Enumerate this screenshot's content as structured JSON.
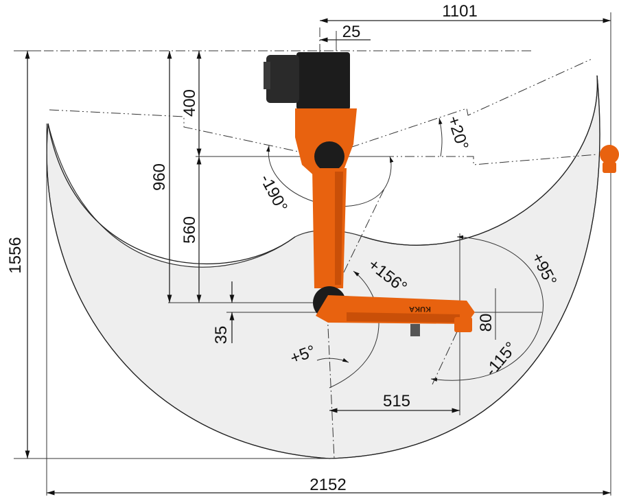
{
  "diagram": {
    "dimensions": {
      "top_width": "1101",
      "offset": "25",
      "total_height": "1556",
      "arm_height": "960",
      "upper": "400",
      "lower": "560",
      "small_offset": "35",
      "forearm": "515",
      "wrist_offset": "80",
      "bottom_width": "2152"
    },
    "angles": {
      "a1_neg": "-190°",
      "a1_pos": "+20°",
      "a2_pos": "+156°",
      "a2_small": "+5°",
      "a3_pos": "+95°",
      "a3_neg": "-115°"
    },
    "brand_label": "KUKA",
    "colors": {
      "robot_orange": "#e8620f",
      "robot_dark": "#1c1c1c",
      "workspace_fill": "#eeeeee",
      "line": "#222222"
    }
  }
}
